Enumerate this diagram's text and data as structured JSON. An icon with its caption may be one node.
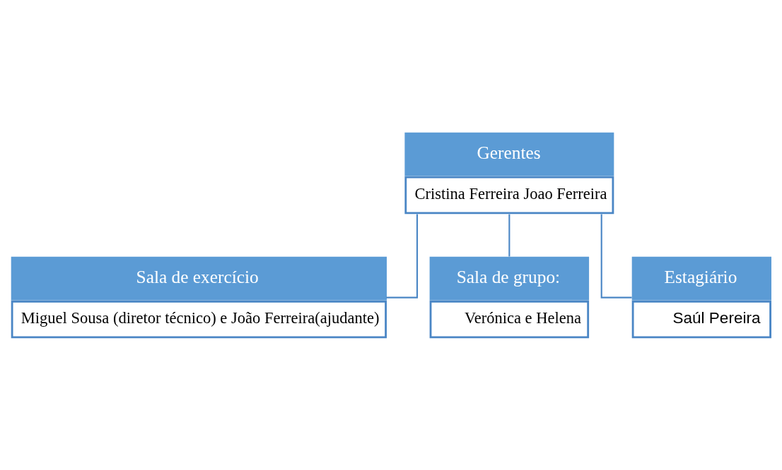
{
  "diagram": {
    "nodes": [
      {
        "text": [
          "Gerentes",
          "Cristina Ferreira Joao Ferreira"
        ]
      },
      {
        "text": [
          "Sala de exercício",
          "Miguel Sousa (diretor técnico) e João Ferreira(ajudante)"
        ]
      },
      {
        "text": [
          "Sala de grupo:",
          "Verónica e Helena"
        ]
      },
      {
        "text": [
          "Estagiário",
          "Saúl Pereira"
        ]
      }
    ],
    "edges": [
      {
        "from": 0,
        "to": 1,
        "arrow": "none"
      },
      {
        "from": 0,
        "to": 2,
        "arrow": "none"
      },
      {
        "from": 0,
        "to": 3,
        "arrow": "none"
      }
    ]
  }
}
